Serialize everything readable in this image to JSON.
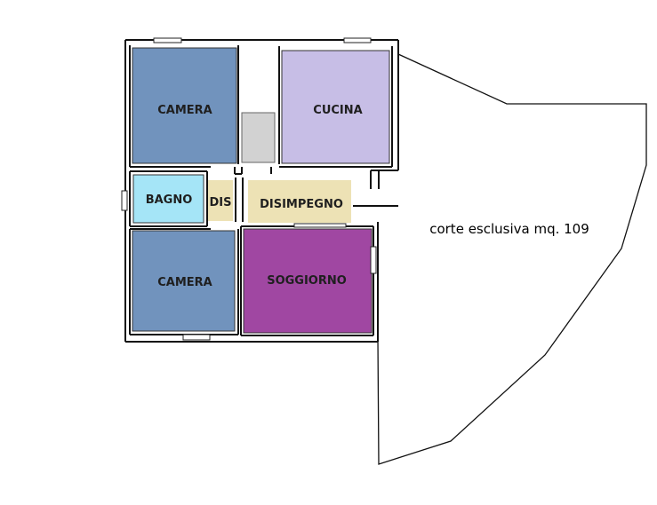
{
  "rooms": {
    "camera_top": {
      "label": "CAMERA",
      "color": "#7193BD"
    },
    "cucina": {
      "label": "CUCINA",
      "color": "#C7BEE6"
    },
    "bagno": {
      "label": "BAGNO",
      "color": "#A5E5F7"
    },
    "dis": {
      "label": "DIS",
      "color": "#EDE2B5"
    },
    "disimpegno": {
      "label": "DISIMPEGNO",
      "color": "#EDE2B5"
    },
    "camera_bottom": {
      "label": "CAMERA",
      "color": "#7193BD"
    },
    "soggiorno": {
      "label": "SOGGIORNO",
      "color": "#A047A2"
    },
    "storage": {
      "color": "#D2D2D2"
    }
  },
  "garden": {
    "label": "corte esclusiva mq. 109"
  },
  "colors": {
    "wall": "#111111",
    "label_text": "#1f1f1f"
  }
}
